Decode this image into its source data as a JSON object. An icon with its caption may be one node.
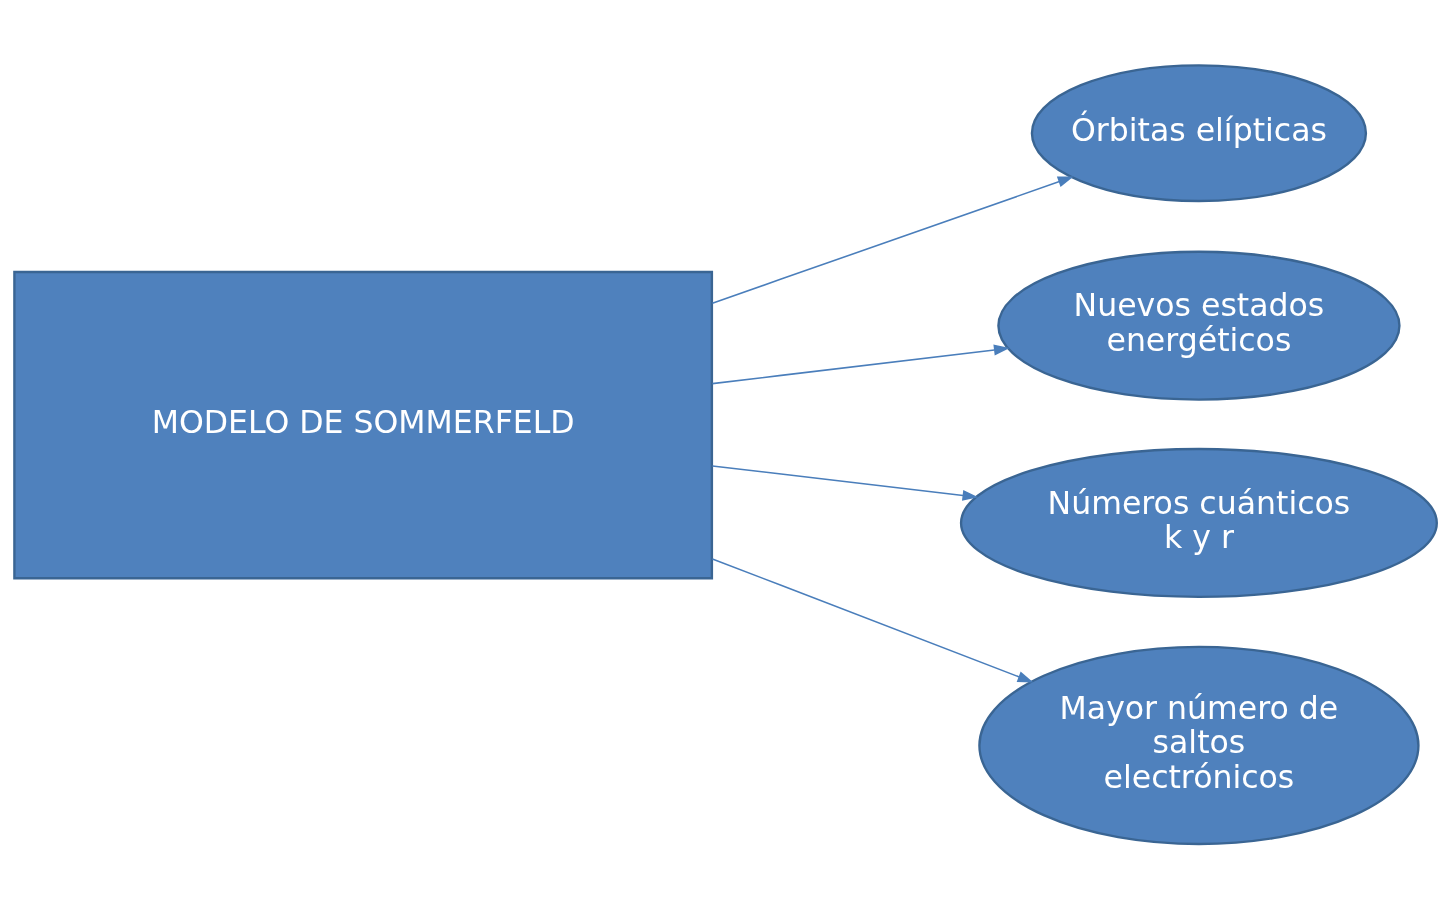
{
  "diagram": {
    "nodes": [
      {
        "text": [
          "MODELO DE SOMMERFELD"
        ]
      },
      {
        "text": [
          "Órbitas elípticas"
        ]
      },
      {
        "text": [
          "Nuevos estados energéticos"
        ]
      },
      {
        "text": [
          "Números cuánticos k y r"
        ]
      },
      {
        "text": [
          "Mayor número de saltos electrónicos"
        ]
      }
    ],
    "edges": [
      {
        "from": 0,
        "to": 1,
        "arrow": "to"
      },
      {
        "from": 0,
        "to": 2,
        "arrow": "to"
      },
      {
        "from": 0,
        "to": 3,
        "arrow": "to"
      },
      {
        "from": 0,
        "to": 4,
        "arrow": "to"
      }
    ]
  }
}
